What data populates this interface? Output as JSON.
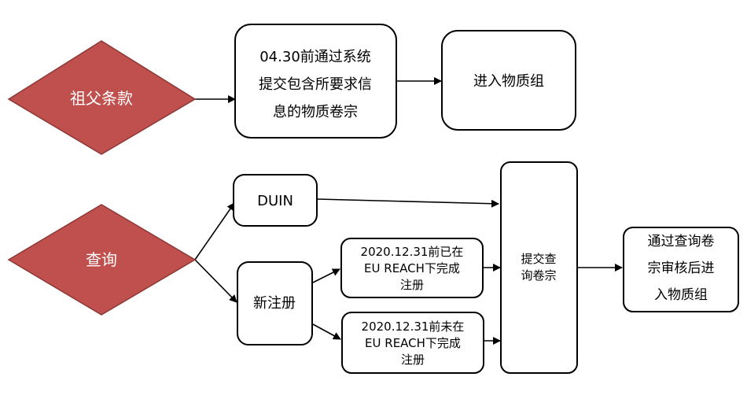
{
  "colors": {
    "diamond_fill": "#c0504d",
    "diamond_stroke": "#8c3836",
    "box_stroke": "#000000",
    "box_fill": "#ffffff",
    "arrow": "#000000"
  },
  "nodes": {
    "grandfather": "祖父条款",
    "submit_full_dossier": [
      "04.30前通过系统",
      "提交包含所要求信",
      "息的物质卷宗"
    ],
    "enter_group_1": "进入物质组",
    "query": "查询",
    "duin": "DUIN",
    "new_registration": "新注册",
    "registered_before": [
      "2020.12.31前已在",
      "EU REACH下完成",
      "注册"
    ],
    "not_registered_before": [
      "2020.12.31前未在",
      "EU REACH下完成",
      "注册"
    ],
    "submit_query": [
      "提交查",
      "询卷宗"
    ],
    "enter_group_2": [
      "通过查询卷",
      "宗审核后进",
      "入物质组"
    ]
  }
}
